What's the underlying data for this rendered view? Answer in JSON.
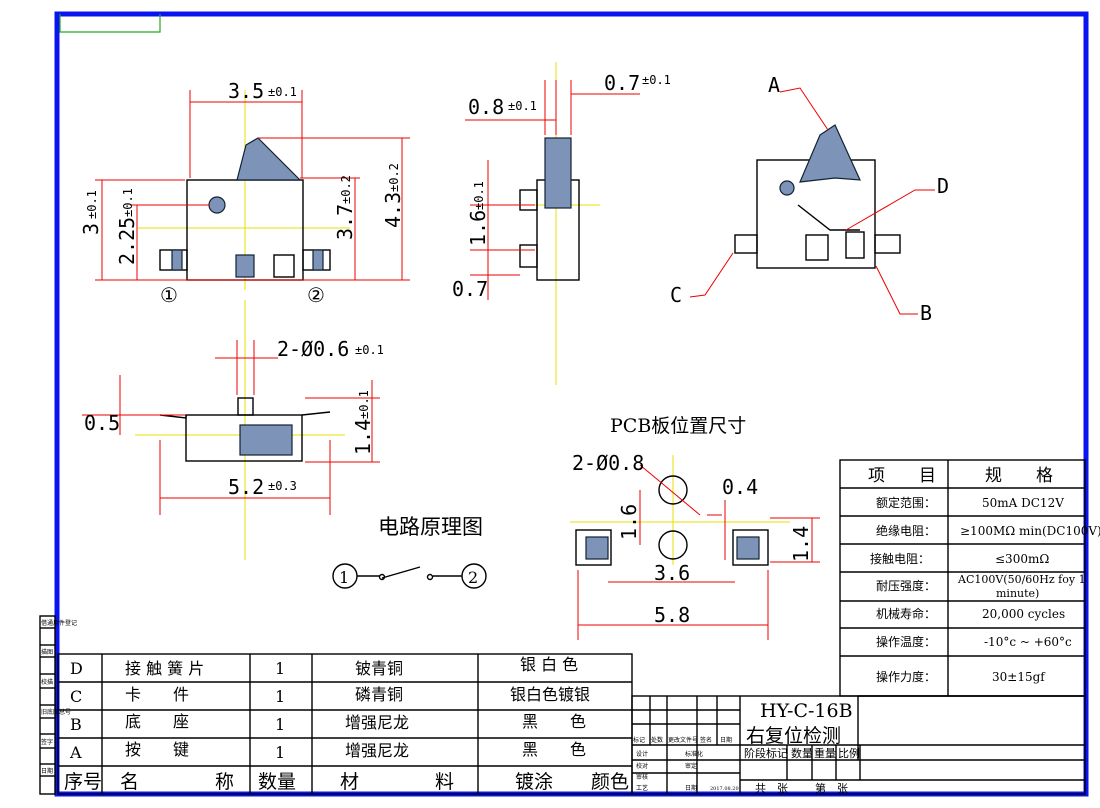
{
  "colors": {
    "border": "#0a14f0",
    "dimension": "#e00000",
    "centerline": "#e8e000",
    "hatch": "#7d94b8"
  },
  "dims": {
    "w35": "3.5",
    "w35tol": "±0.1",
    "h3": "3",
    "h3tol": "±0.1",
    "h225": "2.25",
    "h225tol": "±0.1",
    "h37": "3.7",
    "h37tol": "±0.2",
    "h43": "4.3",
    "h43tol": "±0.2",
    "pin1": "①",
    "pin2": "②",
    "s08": "0.8",
    "s08tol": "±0.1",
    "s07top": "0.7",
    "s07toptol": "±0.1",
    "s16": "1.6",
    "s16tol": "±0.1",
    "s07": "0.7",
    "b06": "2-Ø0.6",
    "b06tol": "±0.1",
    "b05": "0.5",
    "b14": "1.4",
    "b14tol": "±0.1",
    "b52": "5.2",
    "b52tol": "±0.3",
    "labelA": "A",
    "labelB": "B",
    "labelC": "C",
    "labelD": "D"
  },
  "circuit": {
    "title": "电路原理图",
    "n1": "1",
    "n2": "2"
  },
  "pcb": {
    "title": "PCB板位置尺寸",
    "hole": "2-Ø0.8",
    "d04": "0.4",
    "d16": "1.6",
    "d14": "1.4",
    "d36": "3.6",
    "d58": "5.8"
  },
  "spec": {
    "head": [
      "项　　目",
      "规　　格"
    ],
    "rows": [
      [
        "额定范围：",
        "50mA DC12V"
      ],
      [
        "绝缘电阻：",
        "≥100MΩ min(DC100V)"
      ],
      [
        "接触电阻：",
        "≤300mΩ"
      ],
      [
        "耐压强度：",
        "AC100V(50/60Hz foy 1",
        "minute)"
      ],
      [
        "机械寿命：",
        "20,000 cycles"
      ],
      [
        "操作温度：",
        "-10°c ~ +60°c"
      ],
      [
        "操作力度：",
        "30±15gf"
      ]
    ]
  },
  "bom": {
    "rows": [
      [
        "D",
        "接 触 簧 片",
        "1",
        "铍青铜",
        "银 白 色"
      ],
      [
        "C",
        "卡　　件",
        "1",
        "磷青铜",
        "银白色镀银"
      ],
      [
        "B",
        "底　　座",
        "1",
        "增强尼龙",
        "黑　　色"
      ],
      [
        "A",
        "按　　键",
        "1",
        "增强尼龙",
        "黑　　色"
      ]
    ],
    "header": [
      "序号",
      "名　　　　称",
      "数量",
      "材　　　　料",
      "镀涂　　颜色"
    ]
  },
  "title_block": {
    "model": "HY-C-16B",
    "name": "右复位检测",
    "rev": [
      "标记",
      "处数",
      "更改文件号",
      "签名",
      "日期"
    ],
    "left": [
      [
        "设计",
        "标准化"
      ],
      [
        "校对",
        "审定"
      ],
      [
        "审核",
        ""
      ],
      [
        "工艺",
        "日期"
      ]
    ],
    "date": "2017.08.20",
    "stage": [
      "阶段标记",
      "数量",
      "重量",
      "比例"
    ],
    "sheets": [
      "共　张",
      "第　张"
    ]
  },
  "side_strip": [
    "借通用件登记",
    "描图",
    "校描",
    "旧底图总号",
    "签字",
    "日期"
  ]
}
